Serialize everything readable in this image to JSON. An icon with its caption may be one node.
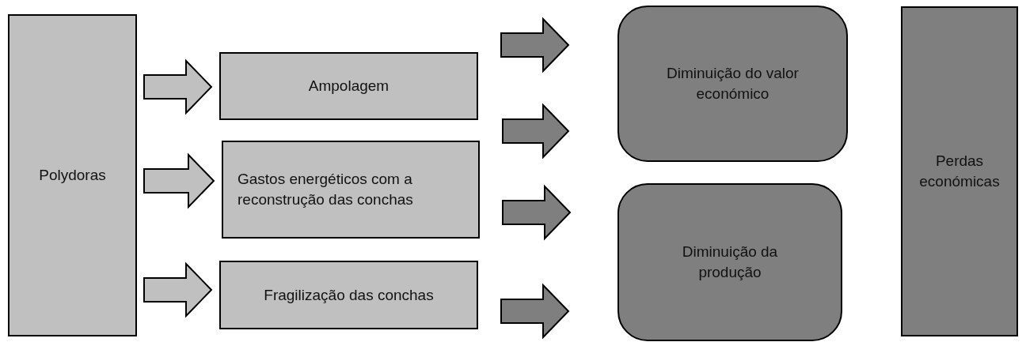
{
  "diagram": {
    "nodes": [
      {
        "text": [
          "Polydoras"
        ]
      },
      {
        "text": [
          "Ampolagem"
        ]
      },
      {
        "text": [
          "Gastos energéticos com a reconstrução das conchas"
        ]
      },
      {
        "text": [
          "Fragilização das conchas"
        ]
      },
      {
        "text": [
          "Diminuição do valor económico"
        ]
      },
      {
        "text": [
          "Diminuição da produção"
        ]
      },
      {
        "text": [
          "Perdas económicas"
        ]
      }
    ],
    "edges": [
      {
        "from": 0,
        "to": 1,
        "arrow": "to",
        "color": "#c0c0c0"
      },
      {
        "from": 0,
        "to": 2,
        "arrow": "to",
        "color": "#c0c0c0"
      },
      {
        "from": 0,
        "to": 3,
        "arrow": "to",
        "color": "#c0c0c0"
      },
      {
        "from": 1,
        "to": 4,
        "arrow": "to"
      },
      {
        "from": 2,
        "to": 4,
        "arrow": "to"
      },
      {
        "from": 2,
        "to": 5,
        "arrow": "to"
      },
      {
        "from": 3,
        "to": 5,
        "arrow": "to"
      }
    ]
  }
}
